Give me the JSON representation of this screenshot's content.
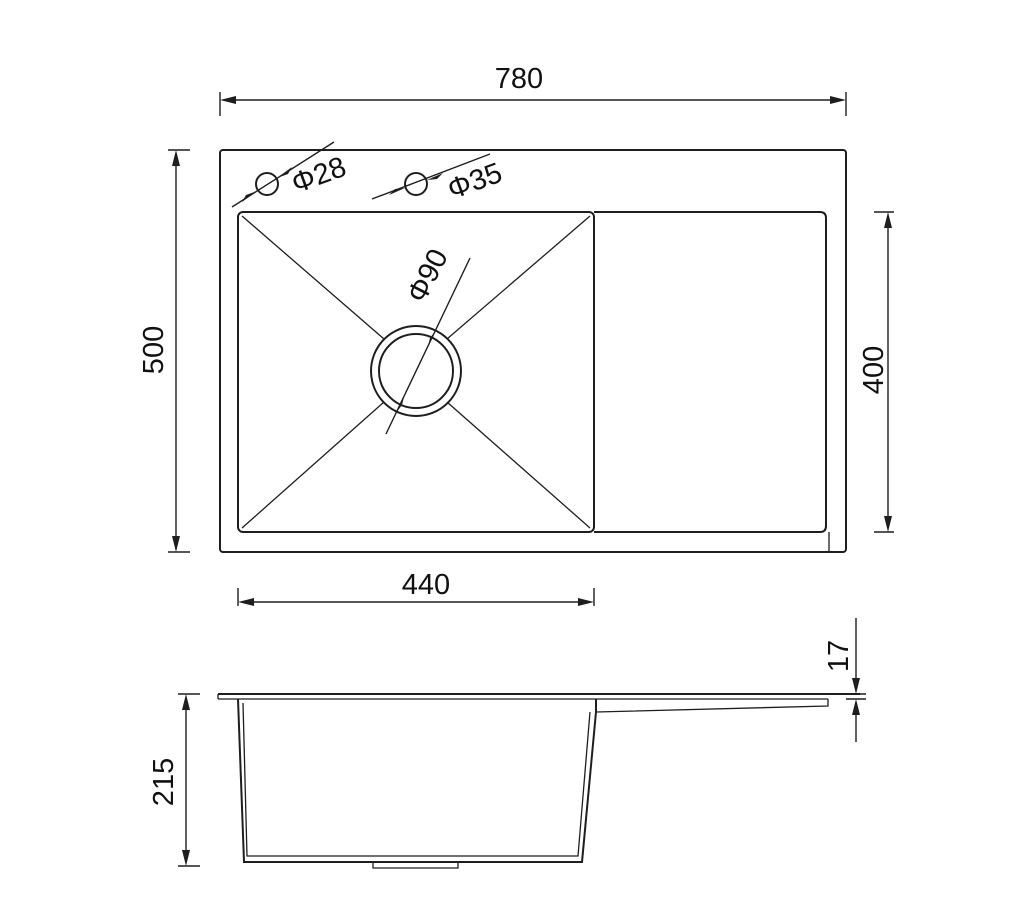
{
  "dimensions": {
    "overall_width": "780",
    "overall_depth": "500",
    "bowl_width": "440",
    "drainboard_depth": "400",
    "tap_hole_1": "Φ28",
    "tap_hole_2": "Φ35",
    "drain_hole": "Φ90",
    "flange_thickness": "17",
    "bowl_height": "215"
  }
}
